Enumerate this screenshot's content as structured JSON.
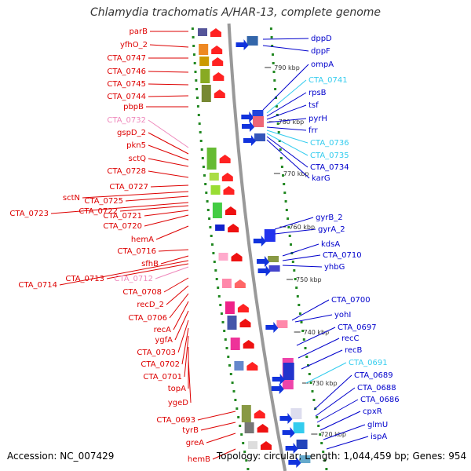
{
  "title": "Chlamydia trachomatis A/HAR-13, complete genome",
  "accession": "Accession: NC_007429",
  "summary": "Topology: circular; Length: 1,044,459 bp; Genes: 954",
  "colors": {
    "left_label": "#dd0000",
    "right_label": "#0000cc",
    "faded_left_label": "#ee88bb",
    "cyan_label": "#33ccee",
    "backbone": "#999999",
    "tick": "#228822"
  },
  "ticks": [
    {
      "label": "790 kbp"
    },
    {
      "label": "780 kbp"
    },
    {
      "label": "770 kbp"
    },
    {
      "label": "760 kbp"
    },
    {
      "label": "750 kbp"
    },
    {
      "label": "740 kbp"
    },
    {
      "label": "730 kbp"
    },
    {
      "label": "720 kbp"
    }
  ],
  "left_labels": [
    {
      "text": "parB",
      "style": "normal"
    },
    {
      "text": "yfhO_2",
      "style": "normal"
    },
    {
      "text": "CTA_0747",
      "style": "normal"
    },
    {
      "text": "CTA_0746",
      "style": "normal"
    },
    {
      "text": "CTA_0745",
      "style": "normal"
    },
    {
      "text": "CTA_0744",
      "style": "normal"
    },
    {
      "text": "pbpB",
      "style": "normal"
    },
    {
      "text": "CTA_0732",
      "style": "faded"
    },
    {
      "text": "gspD_2",
      "style": "normal"
    },
    {
      "text": "pkn5",
      "style": "normal"
    },
    {
      "text": "sctQ",
      "style": "normal"
    },
    {
      "text": "CTA_0728",
      "style": "normal"
    },
    {
      "text": "CTA_0727",
      "style": "normal"
    },
    {
      "text": "sctN",
      "style": "normal"
    },
    {
      "text": "CTA_0725",
      "style": "normal"
    },
    {
      "text": "CTA_0723",
      "style": "normal"
    },
    {
      "text": "CTA_0722",
      "style": "normal"
    },
    {
      "text": "CTA_0721",
      "style": "normal"
    },
    {
      "text": "CTA_0720",
      "style": "normal"
    },
    {
      "text": "hemA",
      "style": "normal"
    },
    {
      "text": "CTA_0716",
      "style": "normal"
    },
    {
      "text": "sfhB",
      "style": "normal"
    },
    {
      "text": "CTA_0714",
      "style": "normal"
    },
    {
      "text": "CTA_0713",
      "style": "normal"
    },
    {
      "text": "CTA_0712",
      "style": "faded"
    },
    {
      "text": "CTA_0708",
      "style": "normal"
    },
    {
      "text": "recD_2",
      "style": "normal"
    },
    {
      "text": "CTA_0706",
      "style": "normal"
    },
    {
      "text": "recA",
      "style": "normal"
    },
    {
      "text": "ygfA",
      "style": "normal"
    },
    {
      "text": "CTA_0703",
      "style": "normal"
    },
    {
      "text": "CTA_0702",
      "style": "normal"
    },
    {
      "text": "CTA_0701",
      "style": "normal"
    },
    {
      "text": "topA",
      "style": "normal"
    },
    {
      "text": "ygeD",
      "style": "normal"
    },
    {
      "text": "CTA_0693",
      "style": "normal"
    },
    {
      "text": "tyrB",
      "style": "normal"
    },
    {
      "text": "greA",
      "style": "normal"
    },
    {
      "text": "hemB",
      "style": "normal"
    }
  ],
  "right_labels": [
    {
      "text": "dppD",
      "style": "normal"
    },
    {
      "text": "dppF",
      "style": "normal"
    },
    {
      "text": "ompA",
      "style": "normal"
    },
    {
      "text": "CTA_0741",
      "style": "cyan"
    },
    {
      "text": "rpsB",
      "style": "normal"
    },
    {
      "text": "tsf",
      "style": "normal"
    },
    {
      "text": "pyrH",
      "style": "normal"
    },
    {
      "text": "frr",
      "style": "normal"
    },
    {
      "text": "CTA_0736",
      "style": "cyan"
    },
    {
      "text": "CTA_0735",
      "style": "cyan"
    },
    {
      "text": "CTA_0734",
      "style": "normal"
    },
    {
      "text": "karG",
      "style": "normal"
    },
    {
      "text": "gyrB_2",
      "style": "normal"
    },
    {
      "text": "gyrA_2",
      "style": "normal"
    },
    {
      "text": "kdsA",
      "style": "normal"
    },
    {
      "text": "CTA_0710",
      "style": "normal"
    },
    {
      "text": "yhbG",
      "style": "normal"
    },
    {
      "text": "CTA_0700",
      "style": "normal"
    },
    {
      "text": "yohI",
      "style": "normal"
    },
    {
      "text": "CTA_0697",
      "style": "normal"
    },
    {
      "text": "recC",
      "style": "normal"
    },
    {
      "text": "recB",
      "style": "normal"
    },
    {
      "text": "CTA_0691",
      "style": "cyan"
    },
    {
      "text": "CTA_0689",
      "style": "normal"
    },
    {
      "text": "CTA_0688",
      "style": "normal"
    },
    {
      "text": "CTA_0686",
      "style": "normal"
    },
    {
      "text": "cpxR",
      "style": "normal"
    },
    {
      "text": "glmU",
      "style": "normal"
    },
    {
      "text": "ispA",
      "style": "normal"
    }
  ]
}
